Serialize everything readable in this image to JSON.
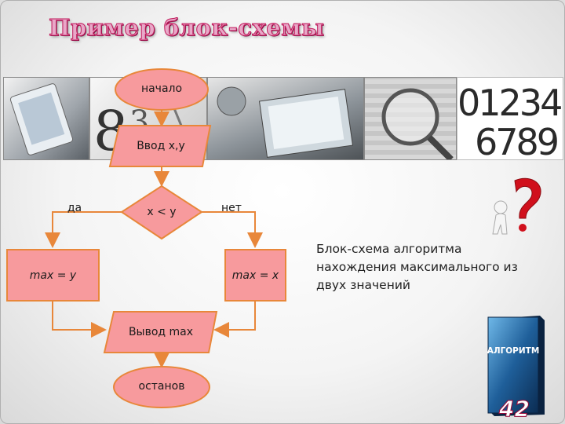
{
  "slide": {
    "title": "Пример блок-схемы",
    "caption": "Блок-схема алгоритма нахождения максимального из двух значений",
    "page_number": "42"
  },
  "banner": {
    "digits_top": "01234",
    "digits_bottom": "6789"
  },
  "flowchart": {
    "start": "начало",
    "input": "Ввод x,y",
    "condition": "x < y",
    "yes_label": "да",
    "no_label": "нет",
    "assign_left": "max = y",
    "assign_right": "max = x",
    "output": "Вывод max",
    "stop": "останов"
  },
  "book": {
    "label": "АЛГОРИТМ"
  },
  "colors": {
    "fill": "#f79a9d",
    "stroke": "#e8873a",
    "title": "#c2185b"
  }
}
